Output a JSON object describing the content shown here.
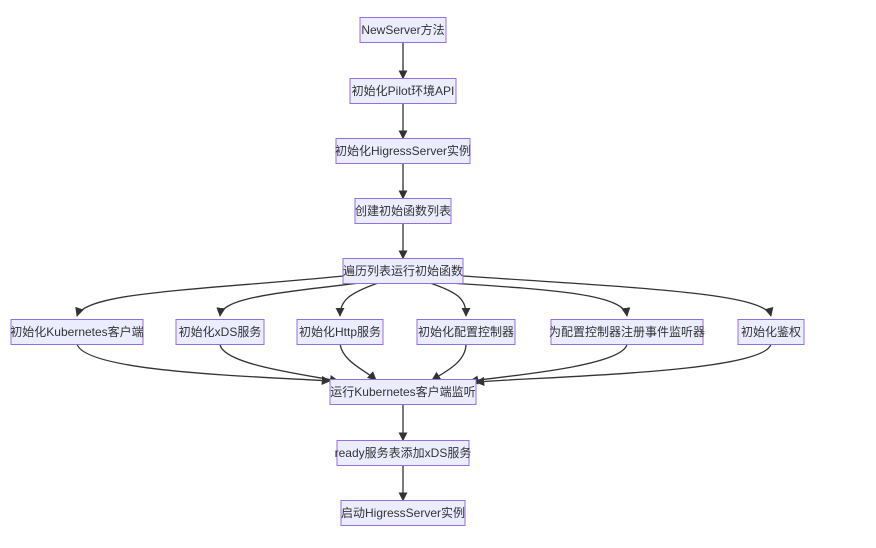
{
  "diagram": {
    "nodes": [
      {
        "id": "n1",
        "label": "NewServer方法"
      },
      {
        "id": "n2",
        "label": "初始化Pilot环境API"
      },
      {
        "id": "n3",
        "label": "初始化HigressServer实例"
      },
      {
        "id": "n4",
        "label": "创建初始函数列表"
      },
      {
        "id": "n5",
        "label": "遍历列表运行初始函数"
      },
      {
        "id": "n6",
        "label": "初始化Kubernetes客户端"
      },
      {
        "id": "n7",
        "label": "初始化xDS服务"
      },
      {
        "id": "n8",
        "label": "初始化Http服务"
      },
      {
        "id": "n9",
        "label": "初始化配置控制器"
      },
      {
        "id": "n10",
        "label": "为配置控制器注册事件监听器"
      },
      {
        "id": "n11",
        "label": "初始化鉴权"
      },
      {
        "id": "n12",
        "label": "运行Kubernetes客户端监听"
      },
      {
        "id": "n13",
        "label": "ready服务表添加xDS服务"
      },
      {
        "id": "n14",
        "label": "启动HigressServer实例"
      }
    ],
    "edges": [
      [
        "n1",
        "n2"
      ],
      [
        "n2",
        "n3"
      ],
      [
        "n3",
        "n4"
      ],
      [
        "n4",
        "n5"
      ],
      [
        "n5",
        "n6"
      ],
      [
        "n5",
        "n7"
      ],
      [
        "n5",
        "n8"
      ],
      [
        "n5",
        "n9"
      ],
      [
        "n5",
        "n10"
      ],
      [
        "n5",
        "n11"
      ],
      [
        "n6",
        "n12"
      ],
      [
        "n7",
        "n12"
      ],
      [
        "n8",
        "n12"
      ],
      [
        "n9",
        "n12"
      ],
      [
        "n10",
        "n12"
      ],
      [
        "n11",
        "n12"
      ],
      [
        "n12",
        "n13"
      ],
      [
        "n13",
        "n14"
      ]
    ],
    "colors": {
      "node_fill": "#ECECFF",
      "node_stroke": "#9370DB",
      "edge": "#333333",
      "text": "#333333"
    }
  }
}
